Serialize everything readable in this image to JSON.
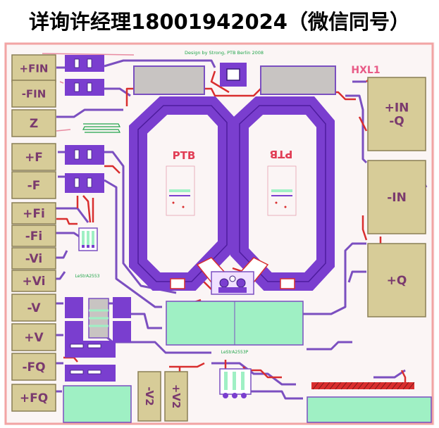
{
  "header": {
    "text": "详询许经理18001942024（微信同号）"
  },
  "layout": {
    "credit": "Design by Strong, PTB Berlin 2008",
    "part_id": "HXL1",
    "coil_left_label": "PTB",
    "coil_right_label": "PTB",
    "ic_left_label": "LeStrA2553",
    "ic_bottom_label": "LeStrA2553P",
    "pads_left": [
      "+FIN",
      "-FIN",
      "Z",
      "+F",
      "-F",
      "+Fi",
      "-Fi",
      "-Vi",
      "+Vi",
      "-V",
      "+V",
      "-FQ",
      "+FQ"
    ],
    "pads_right": [
      "+IN\n-Q",
      "-IN",
      "+Q"
    ],
    "pads_bottom": [
      "-V2",
      "+V2"
    ]
  },
  "colors": {
    "board_outline": "#f3a0a0",
    "pad_fill": "#d7cc98",
    "pad_border": "#8a7f55",
    "pad_text": "#7a3a6e",
    "coil": "#7a3ecf",
    "coil_dark": "#5522a8",
    "trace_purple": "#7b4fc0",
    "trace_red": "#d92e2e",
    "green_plane": "#9ff0c4",
    "grey_block": "#c8c4c2",
    "label_red": "#e13d55",
    "label_green": "#21a44a"
  }
}
